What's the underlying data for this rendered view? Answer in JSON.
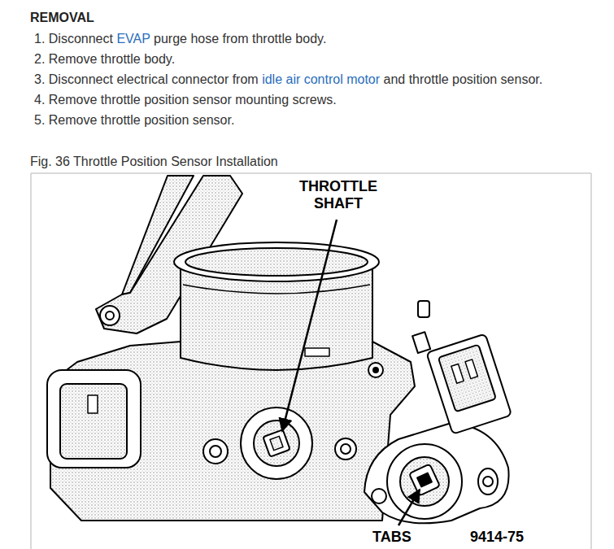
{
  "diagram": {
    "title": "REMOVAL",
    "caption": "Fig. 36 Throttle Position Sensor Installation",
    "labels": [
      "1. Disconnect EVAP purge hose from throttle body.",
      "2. Remove throttle body.",
      "3. Disconnect electrical connector from idle air control motor and throttle position sensor.",
      "4. Remove throttle position sensor mounting screws.",
      "5. Remove throttle position sensor.",
      "THROTTLE SHAFT",
      "TABS",
      "9414-75"
    ]
  }
}
